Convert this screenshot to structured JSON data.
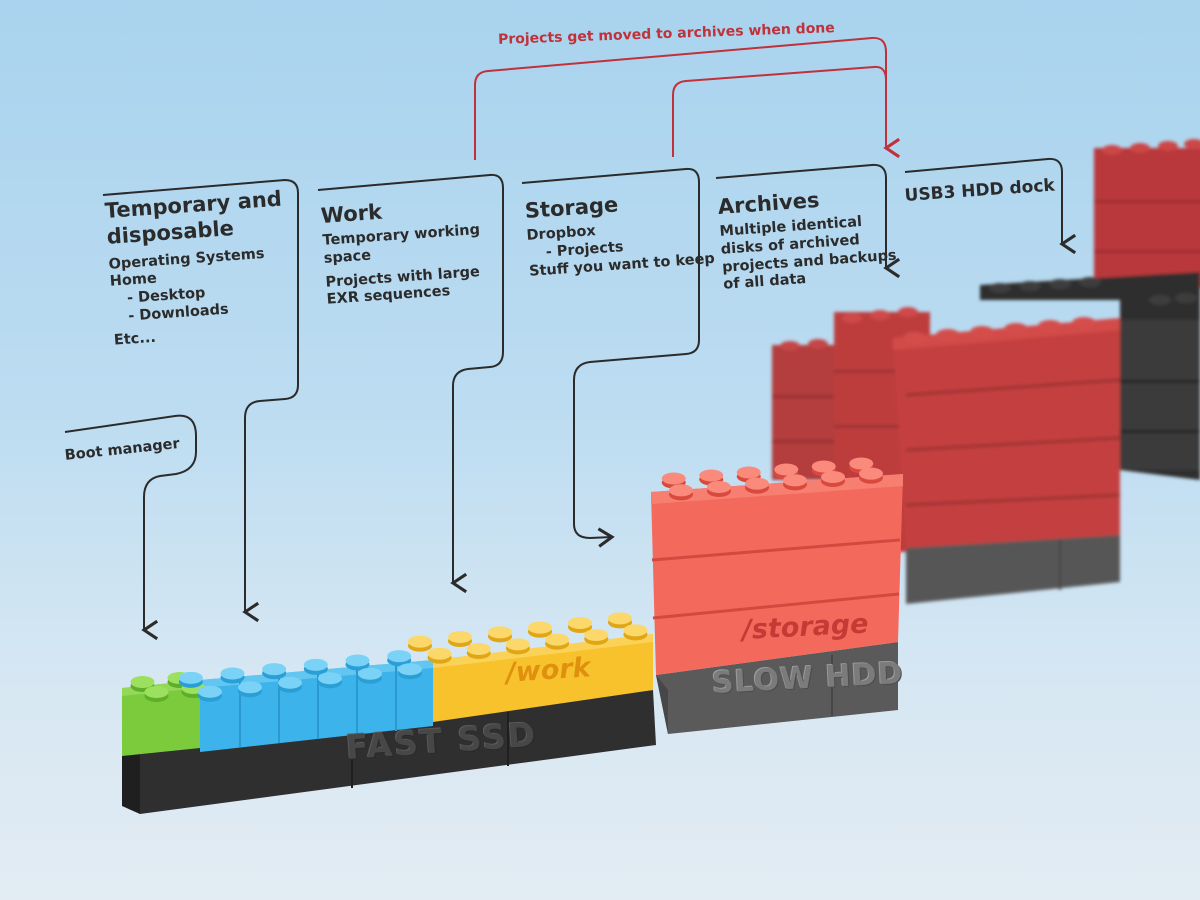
{
  "top_note": "Projects get moved to archives when done",
  "labels": {
    "temporary": {
      "title": "Temporary and disposable",
      "items": [
        "Operating Systems",
        "Home",
        "- Desktop",
        "- Downloads",
        "Etc..."
      ]
    },
    "boot": {
      "title": "Boot manager"
    },
    "work": {
      "title": "Work",
      "items": [
        "Temporary working",
        "space",
        "Projects with large",
        "EXR sequences"
      ]
    },
    "storage": {
      "title": "Storage",
      "items": [
        "Dropbox",
        "- Projects",
        "Stuff you want to keep"
      ]
    },
    "archives": {
      "title": "Archives",
      "items": [
        "Multiple identical",
        "disks of archived",
        "projects and backups",
        "of all data"
      ]
    },
    "usb": {
      "title": "USB3 HDD dock"
    }
  },
  "bricks": {
    "fast_ssd": "FAST SSD",
    "slow_hdd": "SLOW HDD",
    "work": "/work",
    "storage": "/storage"
  },
  "colors": {
    "boot_green": "#7acb3c",
    "temp_blue": "#3db3ea",
    "work_yellow": "#f8c22c",
    "storage_red": "#f2685a",
    "archive_red": "#c7403f",
    "ssd_black": "#303030",
    "hdd_grey": "#5e5e5e",
    "arrow_red": "#c0313a",
    "arrow_dark": "#2b2b2b"
  }
}
